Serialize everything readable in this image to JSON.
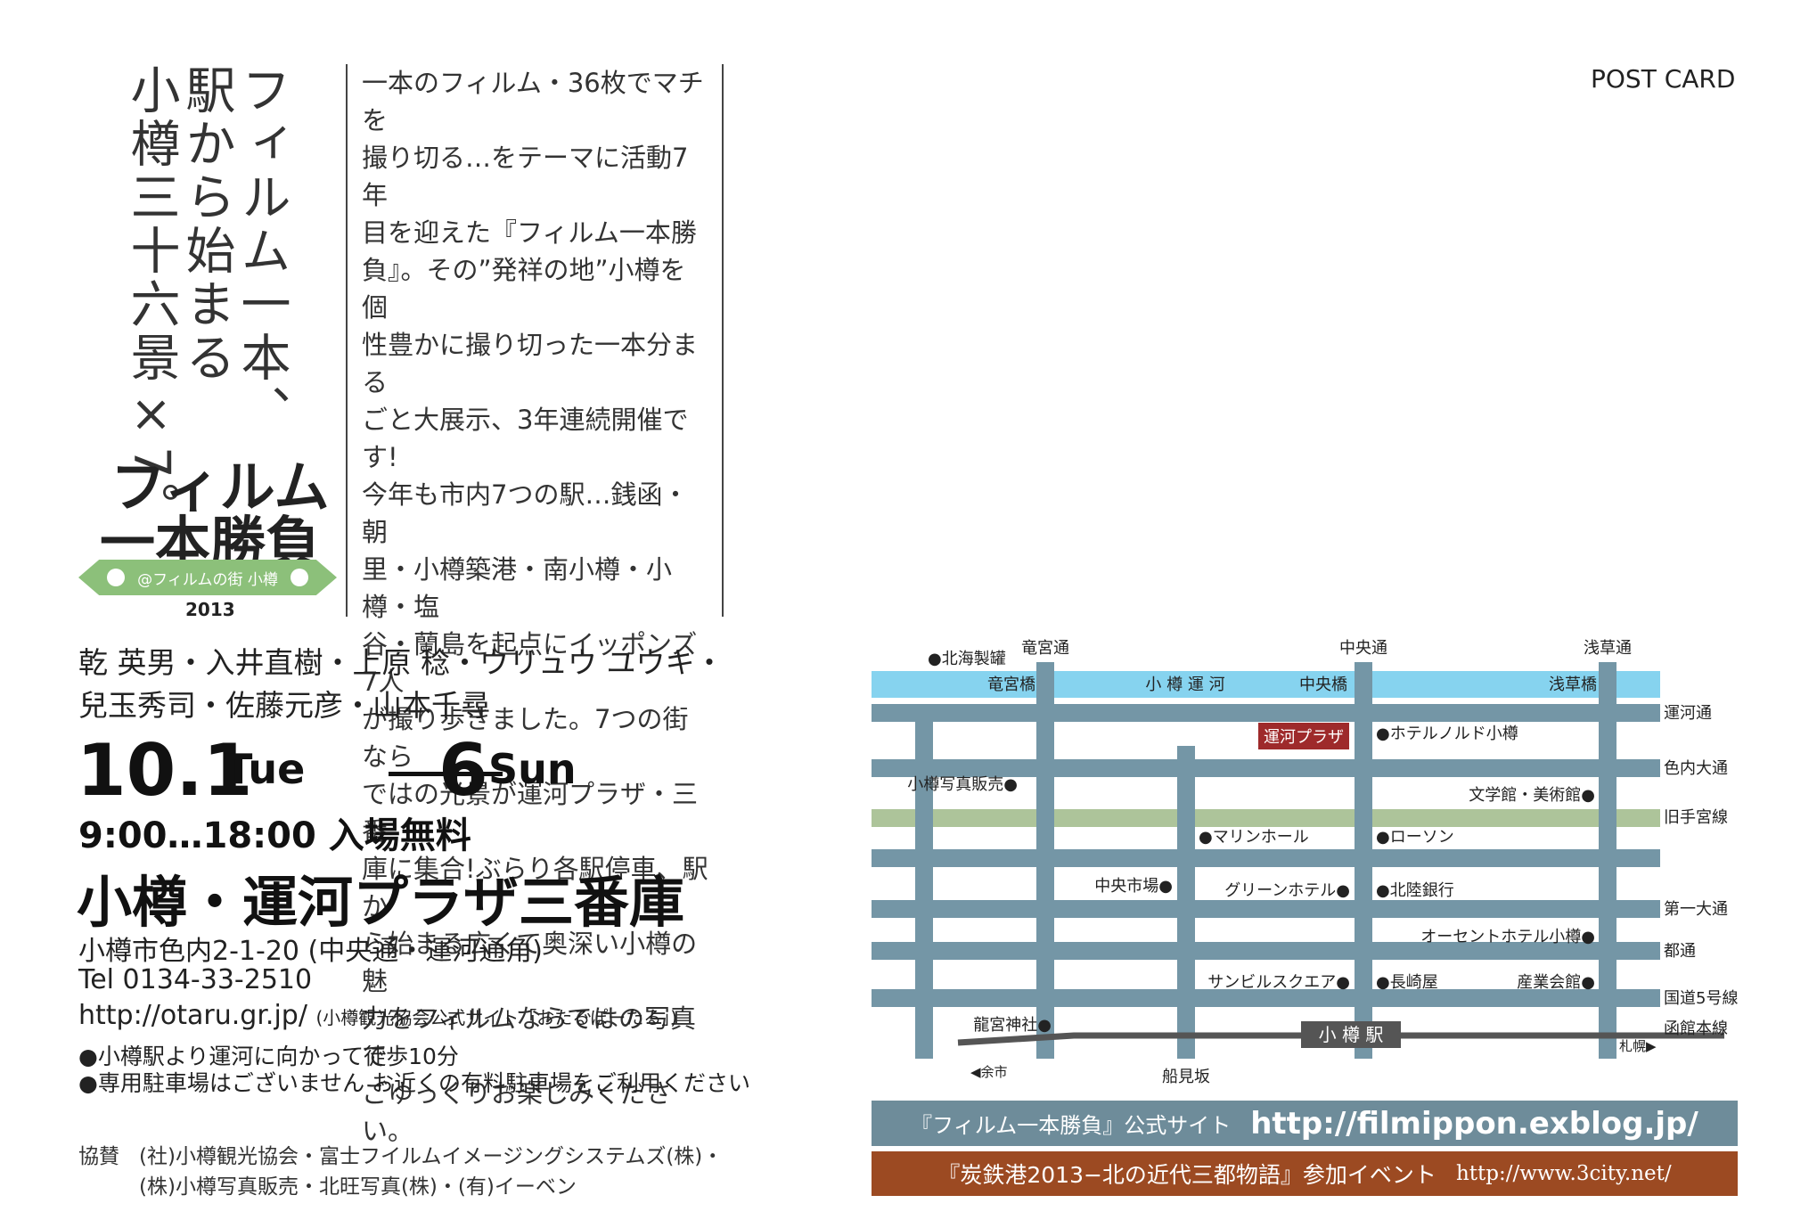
{
  "tagline": {
    "col1": "フィルム一本、",
    "col2": "駅から始まる",
    "col3": "小樽三十六景×7。"
  },
  "logo": {
    "line1": "フィルム",
    "line2": "一本勝負",
    "banner": "@フィルムの街 小樽",
    "year": "2013"
  },
  "intro": "一本のフィルム・36枚でマチを\n撮り切る…をテーマに活動7年\n目を迎えた『フィルム一本勝\n負』。その”発祥の地”小樽を個\n性豊かに撮り切った一本分まる\nごと大展示、3年連続開催です!\n今年も市内7つの駅…銭函・朝\n里・小樽築港・南小樽・小樽・塩\n谷・蘭島を起点にイッポンズ7人\nが撮り歩きました。7つの街なら\nではの光景が運河プラザ・三番\n庫に集合!ぶらり各駅停車、駅か\nら始まる広くて奥深い小樽の魅\n力をフィルムならではの写真で\nごゆっくりお楽しみください。",
  "artists": "乾 英男・入井直樹・上原 稔・ウリュウ ユウキ・\n兒玉秀司・佐藤元彦・山本千尋",
  "dates": {
    "start": "10.1",
    "start_day": "Tue",
    "end": "6",
    "end_day": "Sun"
  },
  "hours": "9:00…18:00 入場無料",
  "venue": "小樽・運河プラザ三番庫",
  "address": "小樽市色内2-1-20 (中央通・運河通角)",
  "tel": "Tel 0134-33-2510",
  "website": "http://otaru.gr.jp/",
  "website_note": "(小樽観光協会公式サイト「おたるぽーたる」)",
  "notes": [
    "●小樽駅より運河に向かって徒歩10分",
    "●専用駐車場はございません お近くの有料駐車場をご利用ください"
  ],
  "sponsor": {
    "label": "協賛",
    "line1": "(社)小樽観光協会・富士フイルムイメージングシステムズ(株)・",
    "line2": "(株)小樽写真販売・北旺写真(株)・(有)イーベン"
  },
  "postcard": "POST CARD",
  "map": {
    "canal": "小 樽 運 河",
    "station": "小 樽 駅",
    "plaza": "運河プラザ",
    "north_streets": [
      "竜宮通",
      "中央通",
      "浅草通"
    ],
    "bridges": [
      "竜宮橋",
      "中央橋",
      "浅草橋"
    ],
    "right_roads": [
      "運河通",
      "色内大通",
      "旧手宮線",
      "第一大通",
      "都通",
      "国道5号線",
      "函館本線"
    ],
    "places": {
      "hokkai": "●北海製罐",
      "hotel_nord": "●ホテルノルド小樽",
      "shashin": "小樽写真販売●",
      "bungaku": "文学館・美術館●",
      "marine": "●マリンホール",
      "lawson": "●ローソン",
      "chuo_ichiba": "中央市場●",
      "green": "グリーンホテル●",
      "hokuriku": "●北陸銀行",
      "ocean": "オーセントホテル小樽●",
      "sunbil": "サンビルスクエア●",
      "nagasaki": "●長崎屋",
      "sangyo": "産業会館●",
      "ryugu": "龍宮神社●",
      "funami": "船見坂",
      "yoichi": "◀余市",
      "sapporo": "札幌▶"
    }
  },
  "footer": {
    "site_label": "『フィルム一本勝負』公式サイト",
    "site_url": "http://filmippon.exblog.jp/",
    "event_label": "『炭鉄港2013−北の近代三都物語』参加イベント",
    "event_url": "http://www.3city.net/"
  },
  "colors": {
    "street": "#7496a6",
    "canal": "#86d3ef",
    "old_rail": "#adc49a",
    "plaza": "#9e2a2b",
    "site_bar": "#6e8c9a",
    "event_bar": "#9c4a22",
    "logo_green": "#8cc07a"
  }
}
